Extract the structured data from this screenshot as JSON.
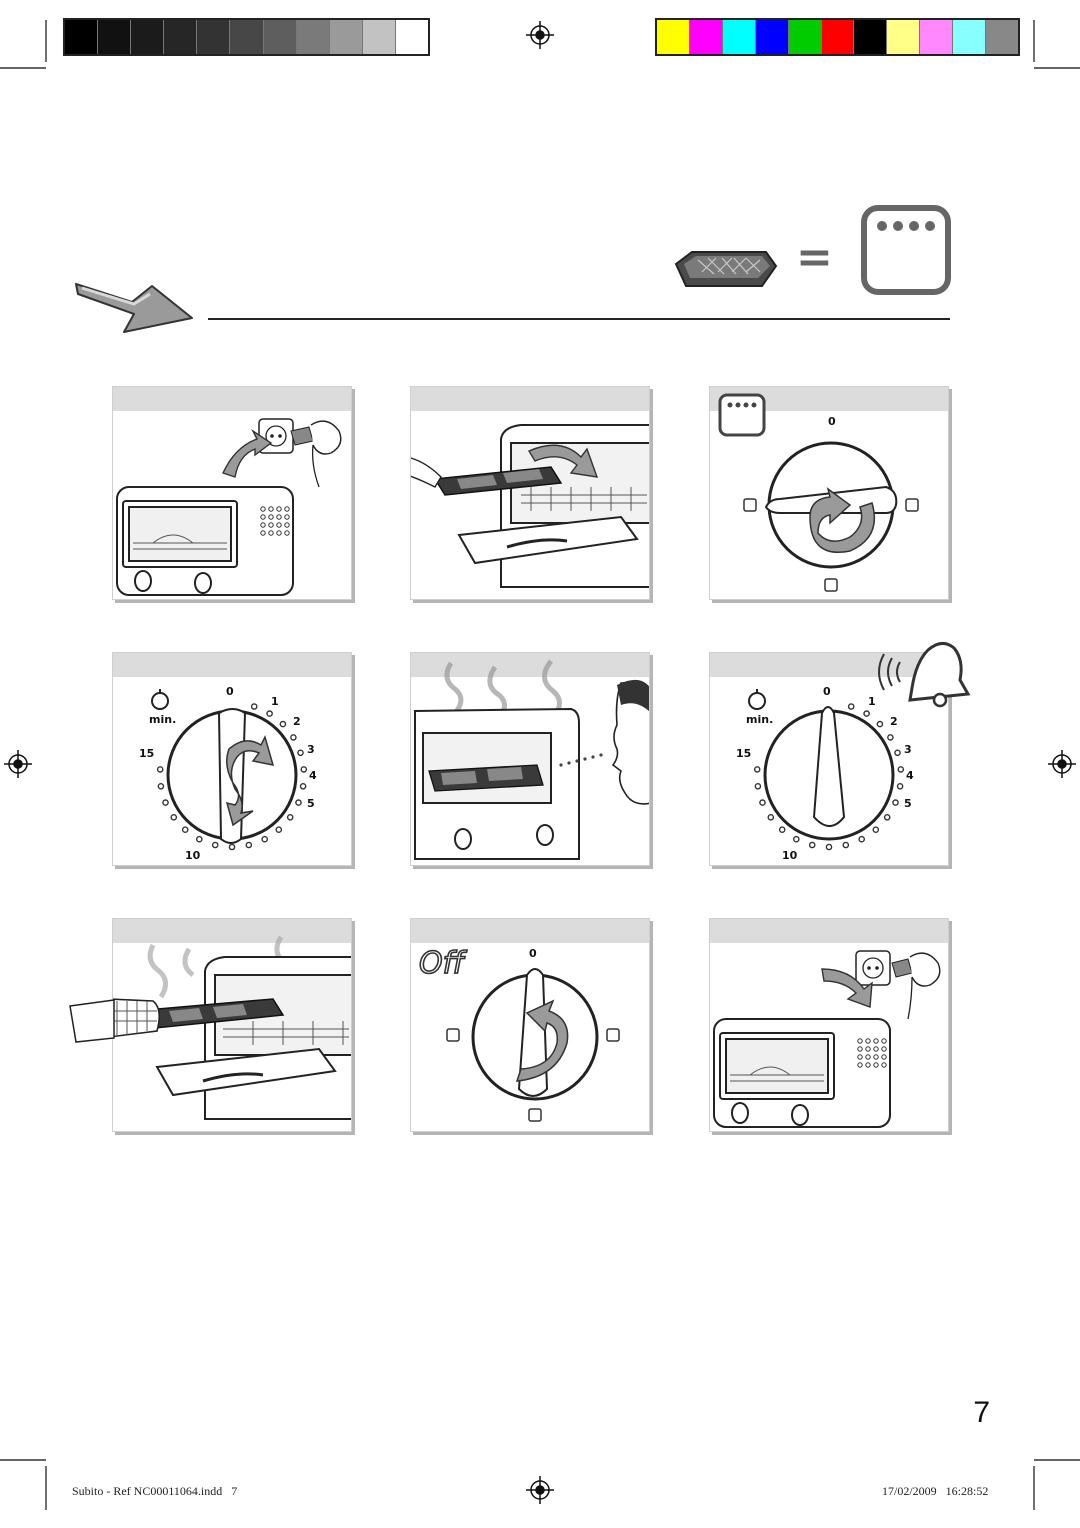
{
  "colors": {
    "calibration_gray": [
      "#000000",
      "#111111",
      "#1b1b1b",
      "#262626",
      "#333333",
      "#474747",
      "#5e5e5e",
      "#7a7a7a",
      "#9a9a9a",
      "#c2c2c2",
      "#ffffff"
    ],
    "calibration_color": [
      "#ffff00",
      "#ff00ff",
      "#00ffff",
      "#0000ff",
      "#00cc00",
      "#ff0000",
      "#000000",
      "#ffff88",
      "#ff88ff",
      "#88ffff",
      "#888888"
    ],
    "panel_header": "#dcdcdc",
    "arrow": "#8a8a8a"
  },
  "header": {
    "equals_sign": "="
  },
  "timer": {
    "unit_label": "min.",
    "ticks": [
      "0",
      "1",
      "2",
      "3",
      "4",
      "5",
      "10",
      "15"
    ]
  },
  "steps": {
    "heat_dial_zero": "0",
    "off_label": "Off",
    "off_dial_zero": "0"
  },
  "page_number": "7",
  "footer": {
    "file_info": "Subito - Ref NC00011064.indd   7",
    "date_time": "17/02/2009   16:28:52"
  }
}
